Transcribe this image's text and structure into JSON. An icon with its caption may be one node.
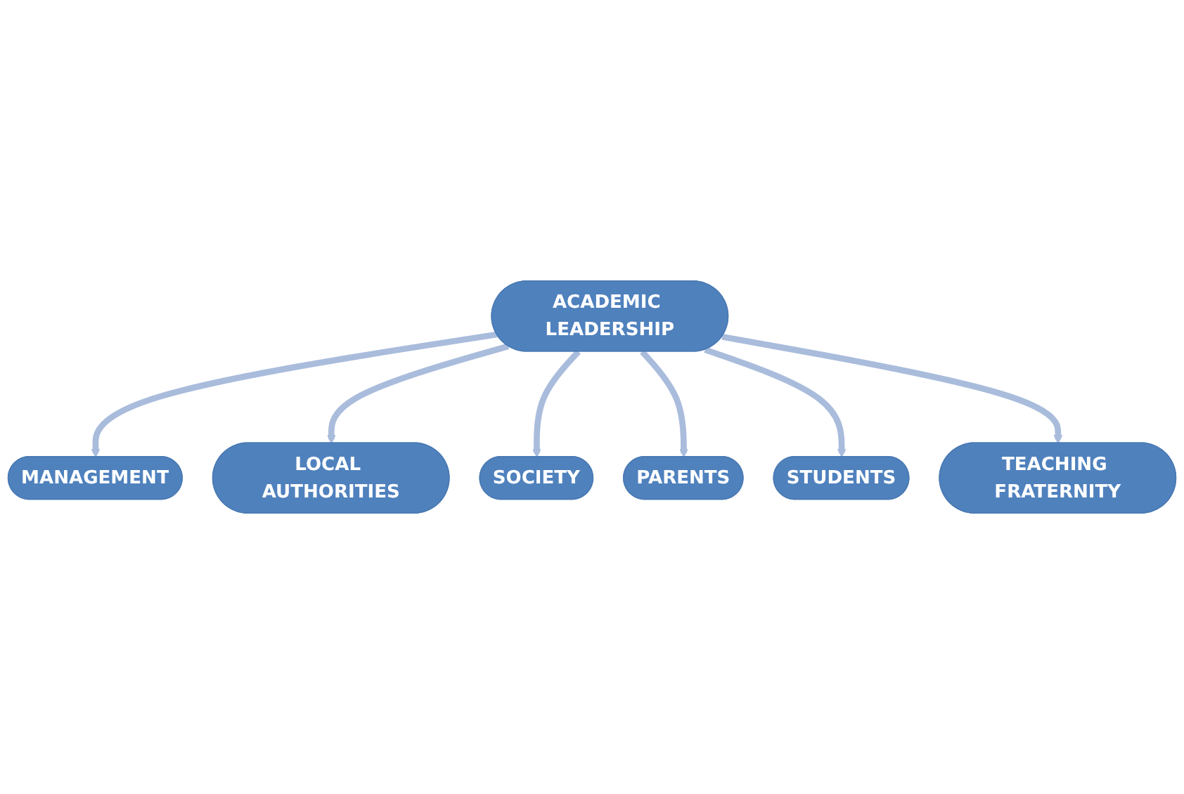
{
  "diagram": {
    "nodes": [
      {
        "text": [
          "MANAGEMENT"
        ]
      },
      {
        "text": [
          "LOCAL AUTHORITIES"
        ]
      },
      {
        "text": [
          "SOCIETY"
        ]
      },
      {
        "text": [
          "ACADEMIC LEADERSHIP"
        ]
      },
      {
        "text": [
          "PARENTS"
        ]
      },
      {
        "text": [
          "STUDENTS"
        ]
      },
      {
        "text": [
          "TEACHING FRATERNITY"
        ]
      }
    ],
    "edges": [
      {
        "from": 3,
        "to": 0,
        "arrow": "to"
      },
      {
        "from": 3,
        "to": 1,
        "arrow": "to"
      },
      {
        "from": 3,
        "to": 2,
        "arrow": "to"
      },
      {
        "from": 3,
        "to": 4,
        "arrow": "to"
      },
      {
        "from": 3,
        "to": 5,
        "arrow": "to"
      },
      {
        "from": 3,
        "to": 6,
        "arrow": "to"
      }
    ]
  }
}
